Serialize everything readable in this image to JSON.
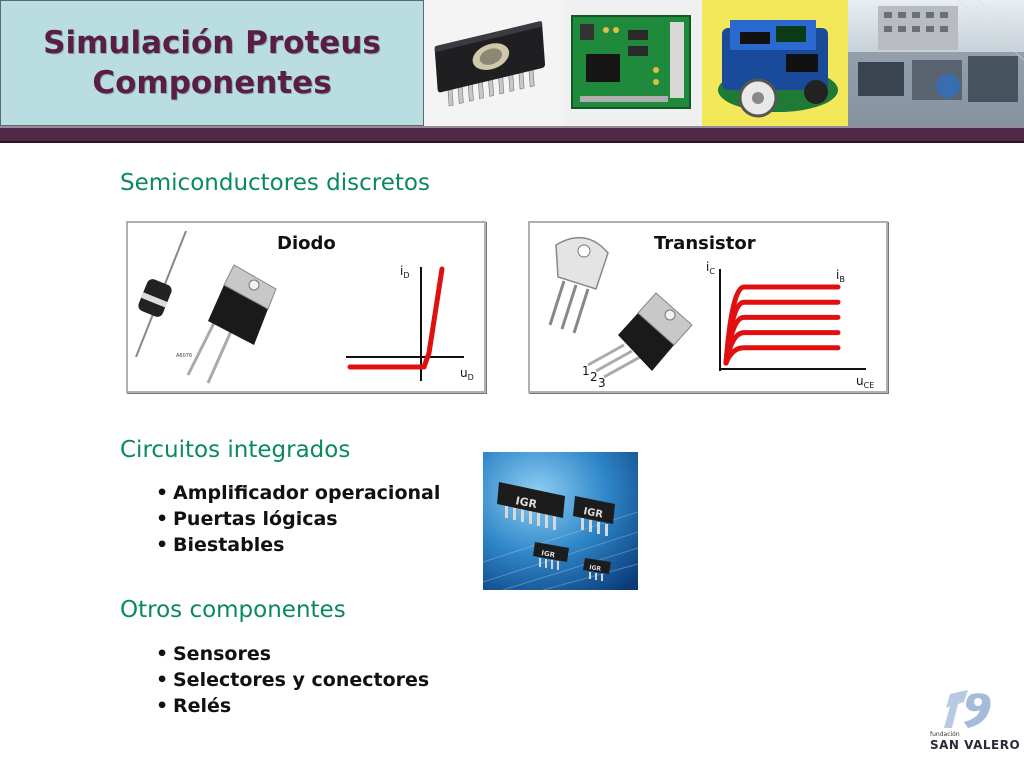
{
  "header": {
    "title_line1": "Simulación Proteus",
    "title_line2": "Componentes"
  },
  "semiconductors": {
    "heading": "Semiconductores discretos",
    "diode": {
      "title": "Diodo",
      "y_axis": "i",
      "y_sub": "D",
      "x_axis": "u",
      "x_sub": "D",
      "package_mark": "A6076"
    },
    "transistor": {
      "title": "Transistor",
      "y_axis": "i",
      "y_sub": "C",
      "x_axis": "u",
      "x_sub": "CE",
      "curve_label": "i",
      "curve_sub": "B",
      "pins": [
        "1",
        "2",
        "3"
      ],
      "curve_levels": [
        1,
        0.8,
        0.6,
        0.4,
        0.2
      ]
    }
  },
  "integrated": {
    "heading": "Circuitos integrados",
    "items": [
      "Amplificador operacional",
      "Puertas lógicas",
      "Biestables"
    ],
    "chip_marks": [
      "IGR",
      "IGR",
      "IGR",
      "IGR"
    ]
  },
  "others": {
    "heading": "Otros componentes",
    "items": [
      "Sensores",
      "Selectores y conectores",
      "Relés"
    ]
  },
  "logo": {
    "small": "fundación",
    "name": "SAN VALERO"
  },
  "colors": {
    "title_bg": "#b9dde0",
    "title_text": "#5a1e45",
    "band": "#4e2a48",
    "heading": "#0a8a5a",
    "curve": "#e01010"
  }
}
